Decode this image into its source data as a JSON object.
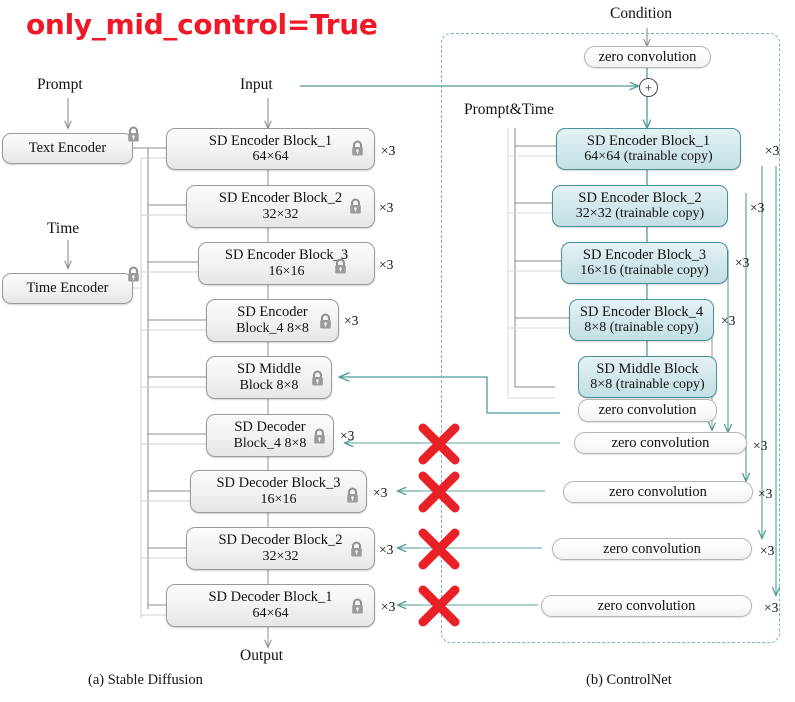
{
  "title": "only_mid_control=True",
  "colors": {
    "title_red": "#f01726",
    "teal": "#3e8c8c",
    "cn_box_fill": "#cfe6ea",
    "cn_box_border": "#4a8f96",
    "sd_box_fill": "#f1f1f1",
    "sd_box_border": "#9a9a9a",
    "dash_border": "#6fb7c4",
    "x_red": "#ea2027",
    "gray_wire": "#8c8c8c"
  },
  "labels": {
    "prompt": "Prompt",
    "time": "Time",
    "input": "Input",
    "output": "Output",
    "condition": "Condition",
    "prompt_and_time": "Prompt&Time",
    "plus": "+"
  },
  "captions": {
    "left": "(a) Stable Diffusion",
    "right": "(b) ControlNet"
  },
  "multiplier": "×3",
  "sd": {
    "encoders_label": "Text Encoder",
    "time_encoder_label": "Time Encoder",
    "blocks": [
      {
        "name": "sd-encoder-block-1",
        "line1": "SD Encoder Block_1",
        "line2": "64×64",
        "mult": "×3"
      },
      {
        "name": "sd-encoder-block-2",
        "line1": "SD Encoder Block_2",
        "line2": "32×32",
        "mult": "×3"
      },
      {
        "name": "sd-encoder-block-3",
        "line1": "SD Encoder Block_3",
        "line2": "16×16",
        "mult": "×3"
      },
      {
        "name": "sd-encoder-block-4",
        "line1": "SD Encoder",
        "line2": "Block_4 8×8",
        "mult": "×3"
      },
      {
        "name": "sd-middle-block",
        "line1": "SD Middle",
        "line2": "Block 8×8",
        "mult": ""
      },
      {
        "name": "sd-decoder-block-4",
        "line1": "SD Decoder",
        "line2": "Block_4 8×8",
        "mult": "×3"
      },
      {
        "name": "sd-decoder-block-3",
        "line1": "SD Decoder Block_3",
        "line2": "16×16",
        "mult": "×3"
      },
      {
        "name": "sd-decoder-block-2",
        "line1": "SD Decoder Block_2",
        "line2": "32×32",
        "mult": "×3"
      },
      {
        "name": "sd-decoder-block-1",
        "line1": "SD Decoder Block_1",
        "line2": "64×64",
        "mult": "×3"
      }
    ]
  },
  "controlnet": {
    "top_zero_conv": "zero convolution",
    "blocks": [
      {
        "name": "cn-encoder-block-1",
        "line1": "SD Encoder Block_1",
        "line2": "64×64 (trainable copy)",
        "mult": "×3"
      },
      {
        "name": "cn-encoder-block-2",
        "line1": "SD Encoder Block_2",
        "line2": "32×32 (trainable copy)",
        "mult": "×3"
      },
      {
        "name": "cn-encoder-block-3",
        "line1": "SD Encoder Block_3",
        "line2": "16×16 (trainable copy)",
        "mult": "×3"
      },
      {
        "name": "cn-encoder-block-4",
        "line1": "SD Encoder Block_4",
        "line2": "8×8 (trainable copy)",
        "mult": "×3"
      },
      {
        "name": "cn-middle-block",
        "line1": "SD Middle Block",
        "line2": "8×8 (trainable copy)",
        "mult": ""
      }
    ],
    "zero_convs": [
      {
        "name": "zero-conv-middle",
        "label": "zero convolution",
        "mult": ""
      },
      {
        "name": "zero-conv-dec-4",
        "label": "zero convolution",
        "mult": "×3"
      },
      {
        "name": "zero-conv-dec-3",
        "label": "zero convolution",
        "mult": "×3"
      },
      {
        "name": "zero-conv-dec-2",
        "label": "zero convolution",
        "mult": "×3"
      },
      {
        "name": "zero-conv-dec-1",
        "label": "zero convolution",
        "mult": "×3"
      }
    ]
  },
  "annotations": {
    "disabled_marks": 4,
    "mark_glyph": "X"
  }
}
